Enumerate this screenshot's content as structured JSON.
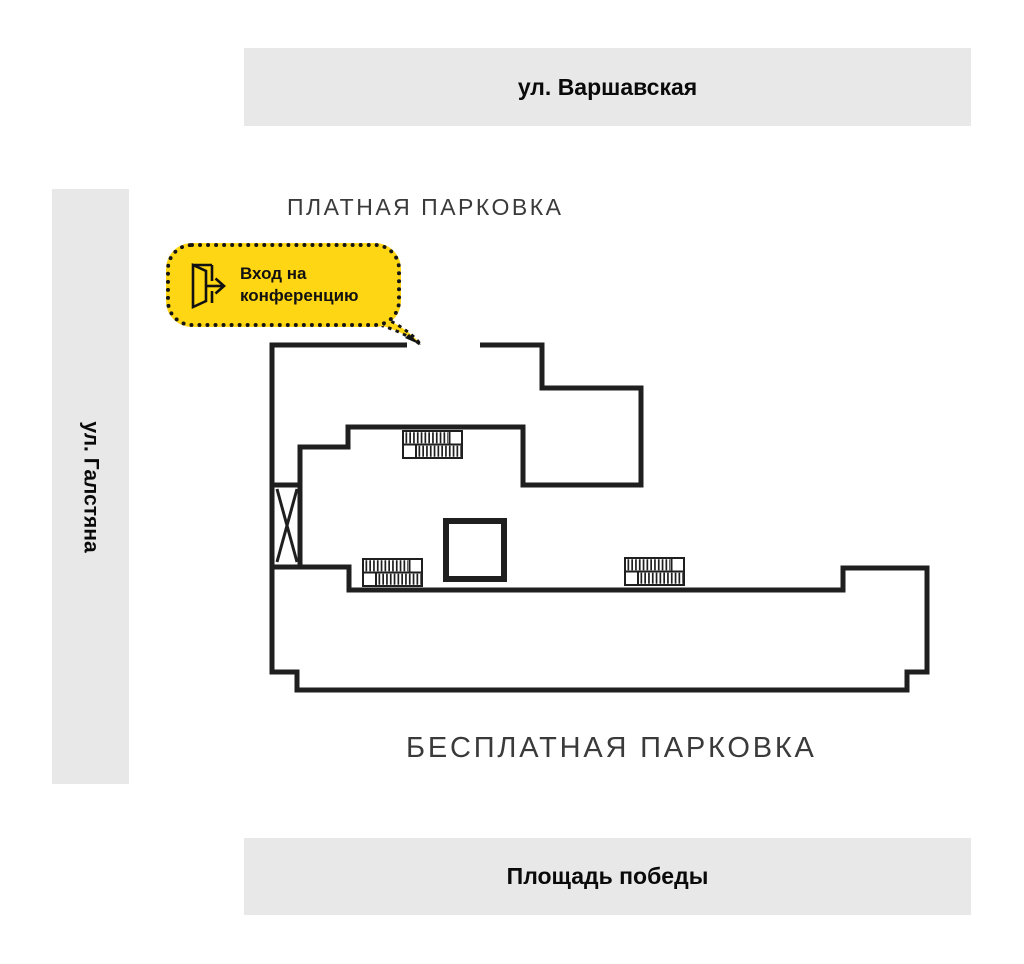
{
  "streets": {
    "top": "ул. Варшавская",
    "left": "ул. Галстяна",
    "bottom": "Площадь победы"
  },
  "parking": {
    "paid": "ПЛАТНАЯ ПАРКОВКА",
    "free": "БЕСПЛАТНАЯ ПАРКОВКА"
  },
  "callout": {
    "icon": "door-exit-icon",
    "line1": "Вход на",
    "line2": "конференцию"
  },
  "colors": {
    "street_bar_bg": "#E8E8E8",
    "street_text": "#0A0A0A",
    "building_outline": "#1F1F1F",
    "parking_label_text": "#3A3A3A",
    "callout_bg": "#FFD613",
    "callout_border": "#151515",
    "callout_text": "#111111"
  }
}
